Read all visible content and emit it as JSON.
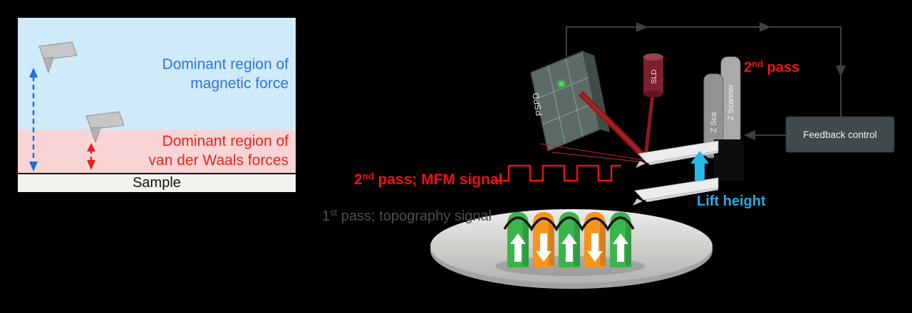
{
  "colors": {
    "background": "#000000",
    "magnetic_blue": "#2E74D8",
    "vdw_red": "#E8251F",
    "signal_red": "#EE1111",
    "lift_cyan": "#29ABE2",
    "domain_green": "#3AB54A",
    "domain_orange": "#F7941E"
  },
  "left_panel": {
    "magnetic_region": {
      "line1": "Dominant region of",
      "line2": "magnetic force"
    },
    "vdw_region": {
      "line1": "Dominant region of",
      "line2": "van der Waals forces"
    },
    "sample_label": "Sample"
  },
  "apparatus": {
    "pspd_label": "PSPD",
    "sld_label": "SLD",
    "z_scanner_rear_label": "Z Scanner",
    "z_scanner_front_label": "Z Sca",
    "feedback_label": "Feedback control",
    "lift_height_label": "Lift height",
    "second_pass": {
      "num": "2",
      "sup": "nd",
      "rest": " pass"
    },
    "mfm_signal": {
      "num": "2",
      "sup": "nd",
      "rest": " pass; MFM signal"
    },
    "topo_signal": {
      "num": "1",
      "sup": "st",
      "rest": " pass; topography signal"
    },
    "domains": [
      {
        "color": "green",
        "arrow": "up"
      },
      {
        "color": "orange",
        "arrow": "down"
      },
      {
        "color": "green",
        "arrow": "up"
      },
      {
        "color": "orange",
        "arrow": "down"
      },
      {
        "color": "green",
        "arrow": "up"
      }
    ]
  }
}
